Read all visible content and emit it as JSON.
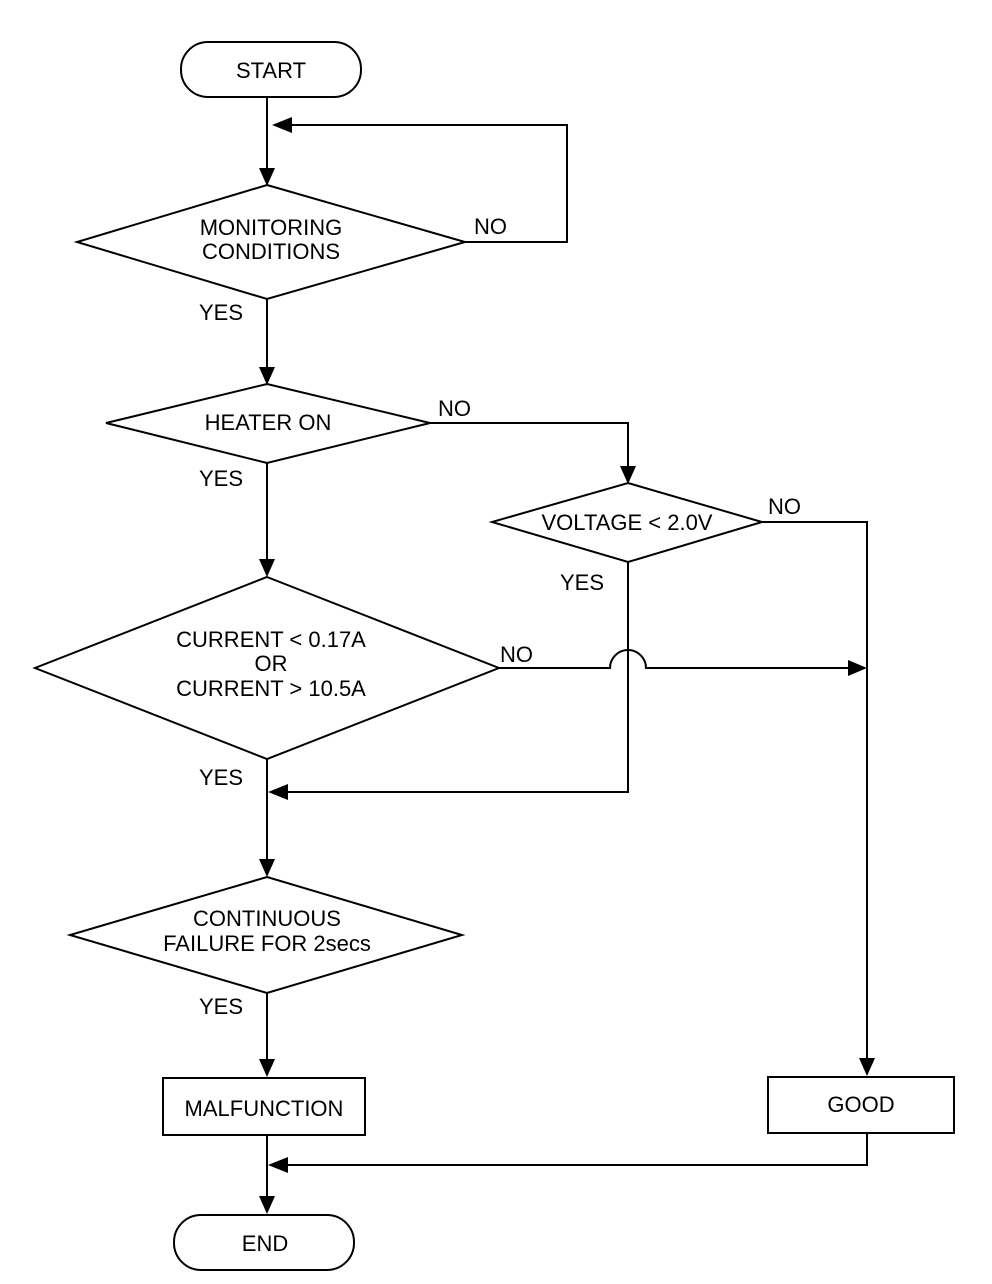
{
  "nodes": {
    "start": "START",
    "monitoring": [
      "MONITORING",
      "CONDITIONS"
    ],
    "heater": "HEATER ON",
    "voltage": "VOLTAGE < 2.0V",
    "current": [
      "CURRENT < 0.17A",
      "OR",
      "CURRENT > 10.5A"
    ],
    "continuous": [
      "CONTINUOUS",
      "FAILURE FOR 2secs"
    ],
    "malfunction": "MALFUNCTION",
    "good": "GOOD",
    "end": "END"
  },
  "labels": {
    "monitoring_no": "NO",
    "monitoring_yes": "YES",
    "heater_no": "NO",
    "heater_yes": "YES",
    "voltage_no": "NO",
    "voltage_yes": "YES",
    "current_no": "NO",
    "current_yes": "YES",
    "continuous_yes": "YES"
  }
}
